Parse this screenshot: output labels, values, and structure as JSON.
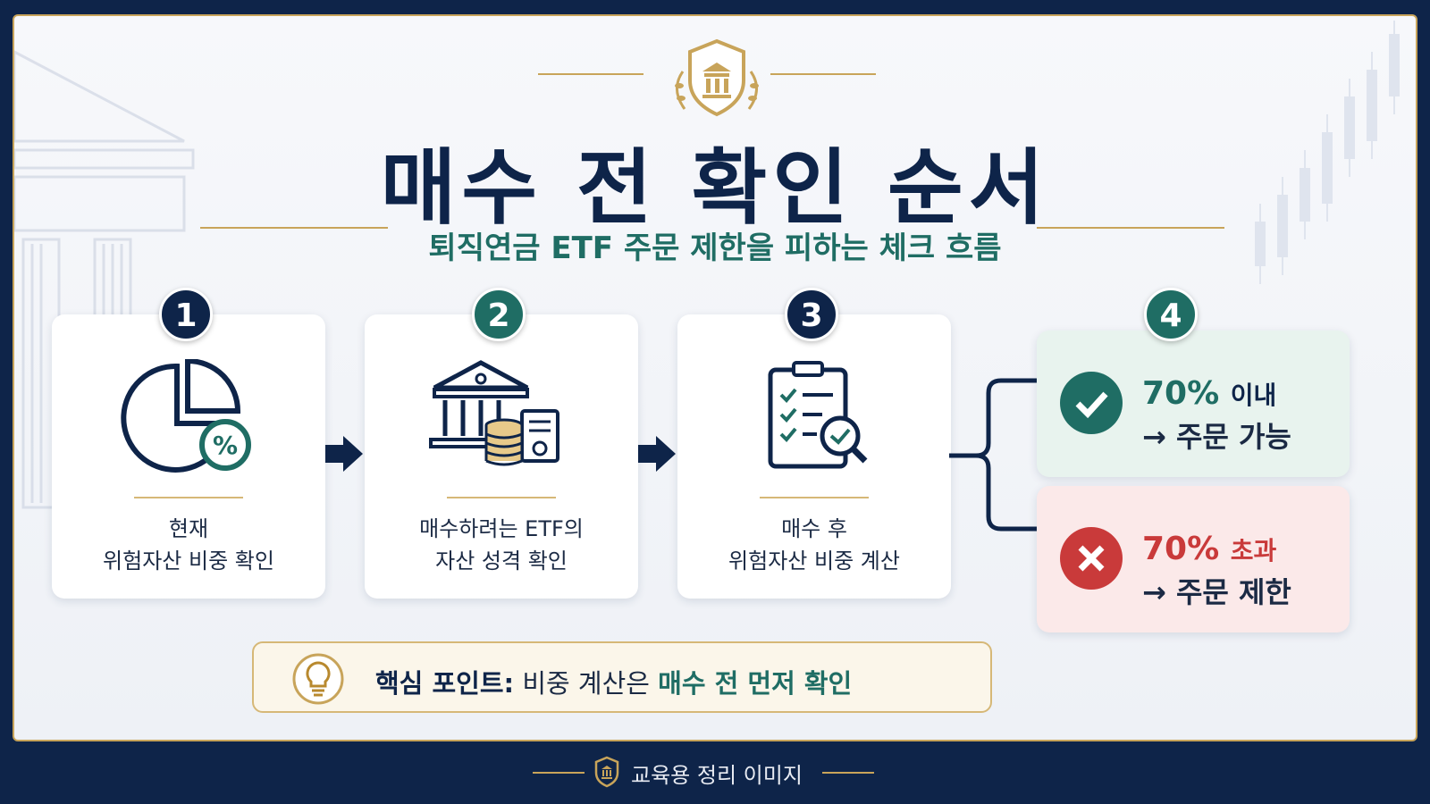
{
  "title": "매수 전 확인 순서",
  "subtitle": "퇴직연금 ETF 주문 제한을 피하는 체크 흐름",
  "steps": [
    {
      "number": "1",
      "line1": "현재",
      "line2": "위험자산 비중 확인",
      "icon": "pie-chart-percent-icon",
      "badge_color": "#0e2449"
    },
    {
      "number": "2",
      "line1": "매수하려는 ETF의",
      "line2": "자산 성격 확인",
      "icon": "bank-coins-document-icon",
      "badge_color": "#1f6d64"
    },
    {
      "number": "3",
      "line1": "매수 후",
      "line2": "위험자산 비중 계산",
      "icon": "checklist-magnifier-icon",
      "badge_color": "#0e2449"
    },
    {
      "number": "4",
      "icon": "branch-icon",
      "badge_color": "#1f6d64"
    }
  ],
  "outcomes": {
    "ok": {
      "percent": "70%",
      "condition": "이내",
      "result": "→ 주문 가능",
      "color": "#1f6d64",
      "icon": "check-icon"
    },
    "no": {
      "percent": "70%",
      "condition": "초과",
      "result": "→ 주문 제한",
      "color": "#c93a3a",
      "icon": "x-icon"
    }
  },
  "tip": {
    "label": "핵심 포인트:",
    "text": "비중 계산은",
    "highlight": "매수 전 먼저 확인",
    "icon": "lightbulb-icon"
  },
  "footer": {
    "text": "교육용 정리 이미지",
    "icon": "shield-bank-icon"
  },
  "colors": {
    "navy": "#0e2449",
    "teal": "#1f6d64",
    "gold": "#c8a45a",
    "red": "#c93a3a"
  }
}
